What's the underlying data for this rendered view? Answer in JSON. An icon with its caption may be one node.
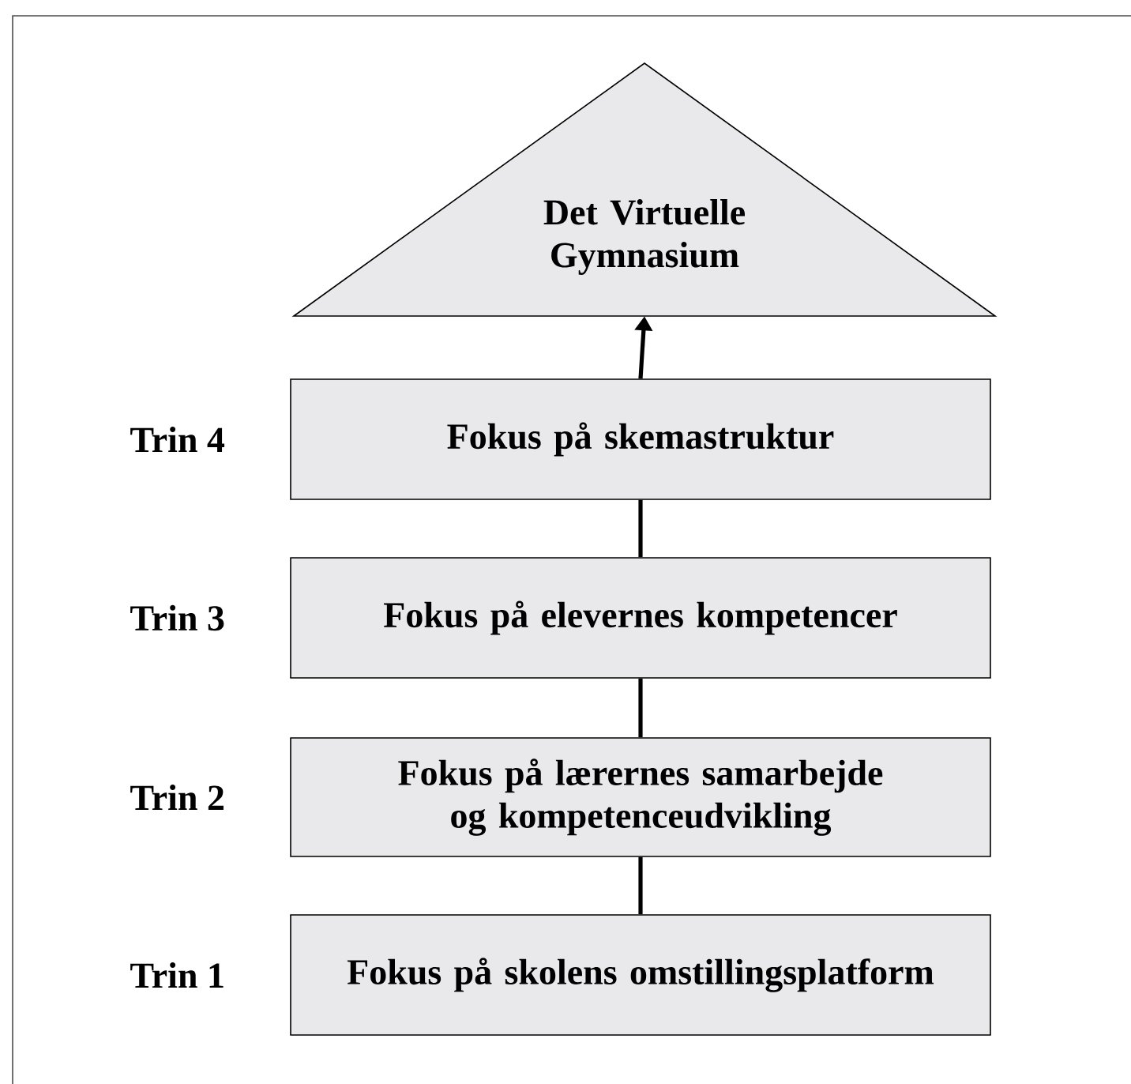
{
  "diagram": {
    "nodes": [
      {
        "text": [
          "Det Virtuelle Gymnasium"
        ]
      },
      {
        "text": [
          "Fokus på skemastruktur"
        ],
        "beside": [
          "Trin 4"
        ]
      },
      {
        "text": [
          "Fokus på elevernes kompetencer"
        ],
        "beside": [
          "Trin 3"
        ]
      },
      {
        "text": [
          "Fokus på lærernes samarbejde og kompetenceudvikling"
        ],
        "beside": [
          "Trin 2"
        ]
      },
      {
        "text": [
          "Fokus på skolens omstillingsplatform"
        ],
        "beside": [
          "Trin 1"
        ]
      }
    ],
    "edges": [
      {
        "from": 4,
        "to": 3,
        "arrow": "none"
      },
      {
        "from": 3,
        "to": 2,
        "arrow": "none"
      },
      {
        "from": 2,
        "to": 1,
        "arrow": "none"
      },
      {
        "from": 1,
        "to": 0,
        "arrow": "to"
      }
    ]
  }
}
